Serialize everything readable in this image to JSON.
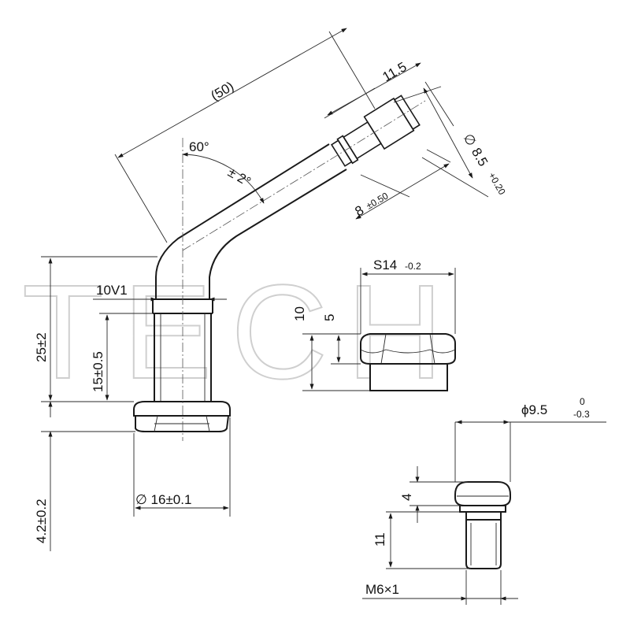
{
  "watermark": {
    "text": "TECH"
  },
  "dimensions": {
    "length_total": "(50)",
    "angle_main": "60°",
    "angle_tol": "± 2°",
    "cap_length": "11.5",
    "cap_diameter": "8.5",
    "cap_diameter_tol": "+0.20",
    "cap_diameter_symbol": "∅",
    "knurl_length": "8",
    "knurl_length_tol": "±0.50",
    "thread_spec": "10V1",
    "height_total": "25±2",
    "thread_height": "15±0.5",
    "flange_height": "4.2±0.2",
    "flange_diameter": "∅ 16±0.1",
    "nut_size": "S14",
    "nut_size_tol": "-0.2",
    "nut_height": "10",
    "nut_hex_height": "5",
    "washer_diameter": "ϕ9.5",
    "washer_tol_upper": "0",
    "washer_tol_lower": "-0.3",
    "washer_height": "4",
    "bolt_length": "11",
    "bolt_thread": "M6×1"
  }
}
